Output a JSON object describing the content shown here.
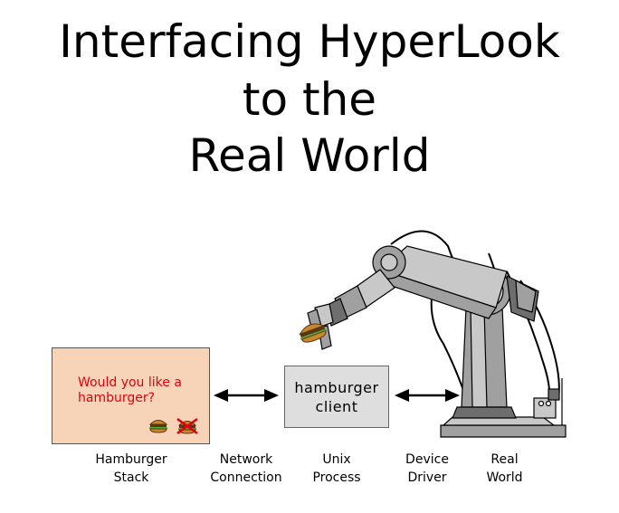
{
  "title": {
    "line1": "Interfacing HyperLook",
    "line2": "to the",
    "line3": "Real World"
  },
  "stack_card": {
    "question": "Would you like a hamburger?",
    "yes_icon": "hamburger-icon",
    "no_icon": "no-hamburger-icon"
  },
  "client_box": {
    "label": "hamburger client"
  },
  "labels": {
    "hamburger_stack": "Hamburger Stack",
    "network_connection": "Network Connection",
    "unix_process": "Unix Process",
    "device_driver": "Device Driver",
    "real_world": "Real World"
  },
  "colors": {
    "card_fill": "#f7d3b8",
    "question_text": "#e0000f",
    "client_fill": "#dedede",
    "robot_light": "#c8c8c8",
    "robot_mid": "#a0a0a0",
    "robot_dark": "#6e6e6e"
  }
}
